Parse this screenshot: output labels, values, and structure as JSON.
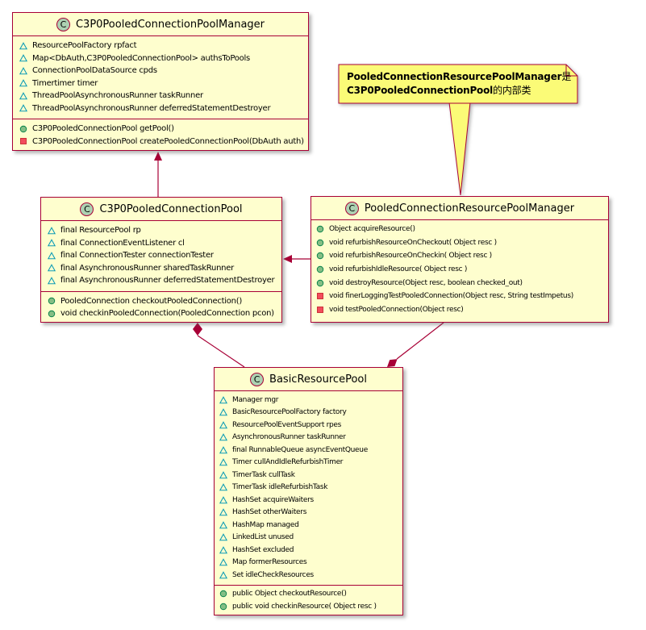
{
  "classes": [
    {
      "stereotype": "C",
      "title": "C3P0PooledConnectionPoolManager",
      "fields": [
        "ResourcePoolFactory rpfact",
        "Map<DbAuth,C3P0PooledConnectionPool> authsToPools",
        "ConnectionPoolDataSource cpds",
        "Timertimer timer",
        "ThreadPoolAsynchronousRunner taskRunner",
        "ThreadPoolAsynchronousRunner deferredStatementDestroyer"
      ],
      "methods": [
        "C3P0PooledConnectionPool getPool()",
        "C3P0PooledConnectionPool createPooledConnectionPool(DbAuth auth)"
      ],
      "method_visibilities": [
        "public",
        "private"
      ]
    },
    {
      "stereotype": "C",
      "title": "C3P0PooledConnectionPool",
      "fields": [
        "final ResourcePool rp",
        "final ConnectionEventListener cl",
        "final ConnectionTester connectionTester",
        "final AsynchronousRunner sharedTaskRunner",
        "final AsynchronousRunner deferredStatementDestroyer"
      ],
      "methods": [
        "PooledConnection checkoutPooledConnection()",
        "void checkinPooledConnection(PooledConnection pcon)"
      ],
      "method_visibilities": [
        "public",
        "public"
      ]
    },
    {
      "stereotype": "C",
      "title": "PooledConnectionResourcePoolManager",
      "fields": [],
      "methods": [
        "Object acquireResource()",
        "void refurbishResourceOnCheckout( Object resc )",
        "void refurbishResourceOnCheckin( Object resc )",
        "void refurbishIdleResource( Object resc )",
        "void destroyResource(Object resc, boolean checked_out)",
        "void finerLoggingTestPooledConnection(Object resc, String testImpetus)",
        "void testPooledConnection(Object resc)"
      ],
      "method_visibilities": [
        "public",
        "public",
        "public",
        "public",
        "public",
        "private",
        "private"
      ]
    },
    {
      "stereotype": "C",
      "title": "BasicResourcePool",
      "fields": [
        "Manager mgr",
        "BasicResourcePoolFactory factory",
        "ResourcePoolEventSupport rpes",
        "AsynchronousRunner taskRunner",
        "final RunnableQueue asyncEventQueue",
        "Timer cullAndIdleRefurbishTimer",
        "TimerTask cullTask",
        "TimerTask idleRefurbishTask",
        "HashSet acquireWaiters",
        "HashSet otherWaiters",
        "HashMap managed",
        "LinkedList unused",
        "HashSet excluded",
        "Map formerResources",
        "Set idleCheckResources"
      ],
      "methods": [
        "public Object checkoutResource()",
        "public void checkinResource( Object resc )"
      ],
      "method_visibilities": [
        "public",
        "public"
      ]
    }
  ],
  "note": {
    "lines": [
      {
        "bold": "PooledConnectionResourcePoolManager",
        "regular": "是"
      },
      {
        "bold": "C3P0PooledConnectionPool",
        "regular": "的内部类"
      }
    ]
  },
  "relationships": [
    {
      "type": "association-arrow",
      "from": "C3P0PooledConnectionPool",
      "to": "C3P0PooledConnectionPoolManager"
    },
    {
      "type": "association-arrow",
      "from": "PooledConnectionResourcePoolManager",
      "to": "C3P0PooledConnectionPool"
    },
    {
      "type": "composition",
      "owner": "C3P0PooledConnectionPool",
      "part": "BasicResourcePool"
    },
    {
      "type": "composition",
      "owner": "BasicResourcePool",
      "part": "PooledConnectionResourcePoolManager"
    }
  ],
  "icons": {
    "field": "package-private-triangle-icon",
    "public_method": "public-green-circle-icon",
    "private_method": "private-red-square-icon"
  },
  "colors": {
    "class_background": "#FEFECE",
    "class_border": "#A80036",
    "note_background": "#FBFB77",
    "stereotype_circle": "#ADD1B2",
    "public_icon": "#84BE84",
    "private_icon": "#F24D5C",
    "field_icon": "#0E9CB5",
    "connector": "#A80036"
  }
}
